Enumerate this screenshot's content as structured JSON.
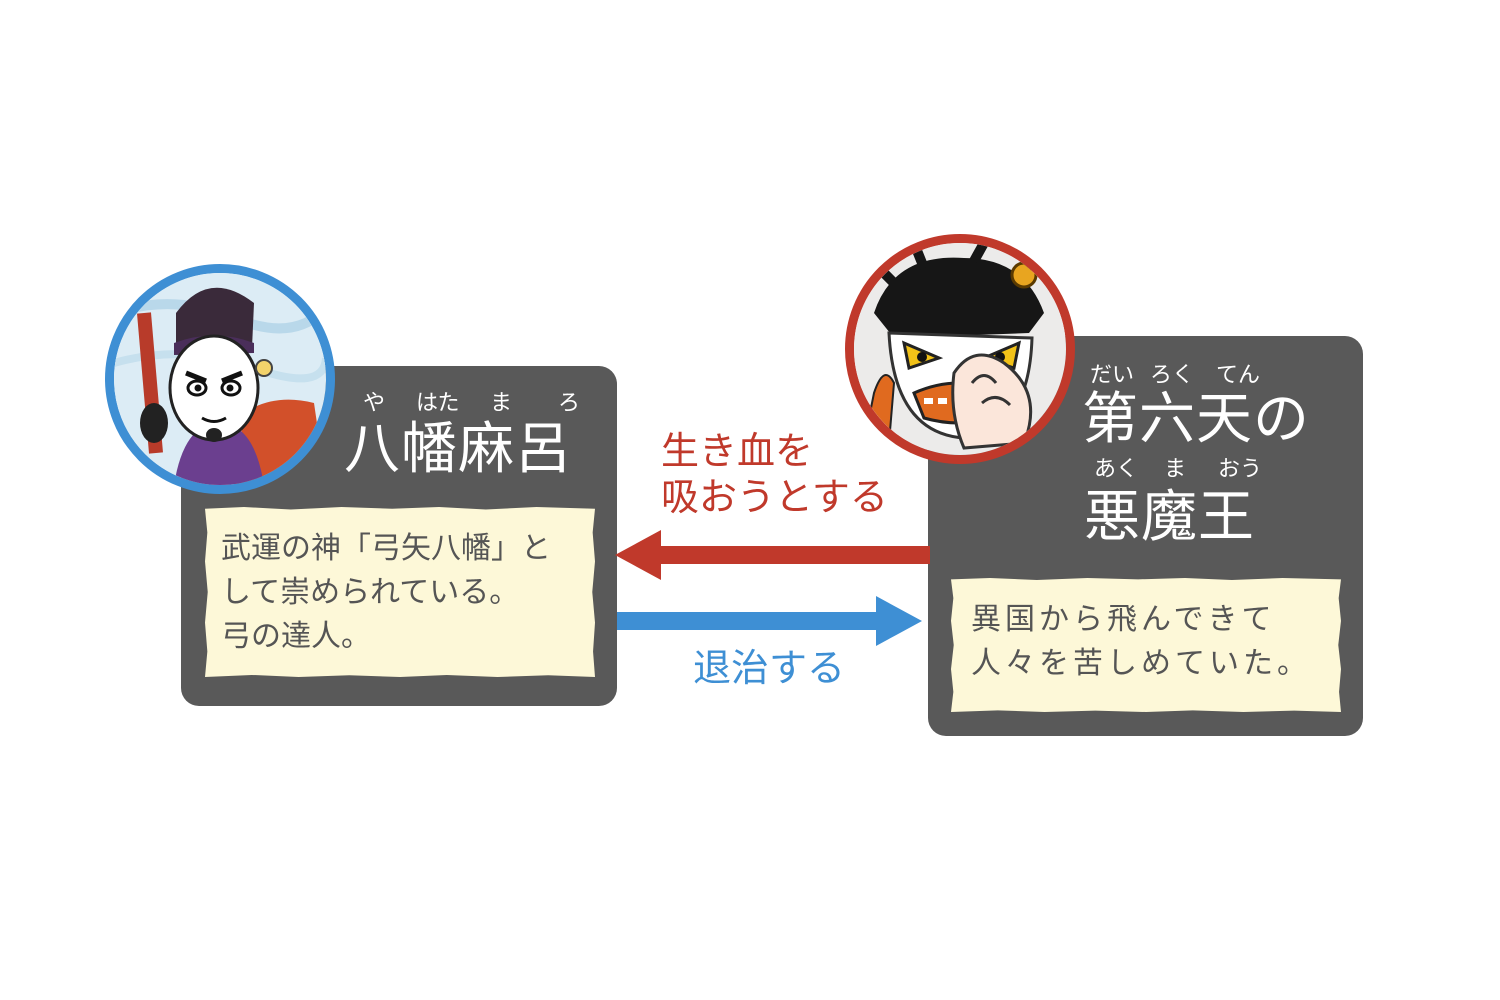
{
  "left_character": {
    "name": "八幡麻呂",
    "ruby": [
      "や",
      "はた",
      "ま",
      "ろ"
    ],
    "description": [
      "武運の神「弓矢八幡」と",
      "して崇められている。",
      "弓の達人。"
    ]
  },
  "right_character": {
    "name_line1": "第六天の",
    "name_line2": "悪魔王",
    "ruby_line1": [
      "だい",
      "ろく",
      "てん"
    ],
    "ruby_line2": [
      "あく",
      "ま",
      "おう"
    ],
    "description": [
      "異国から飛んできて",
      "人々を苦しめていた。"
    ]
  },
  "relations": {
    "right_to_left": [
      "生き血を",
      "吸おうとする"
    ],
    "left_to_right": "退治する"
  },
  "colors": {
    "card": "#595959",
    "note": "#fdf8d8",
    "left_accent": "#3e8fd4",
    "right_accent": "#c0392b"
  }
}
